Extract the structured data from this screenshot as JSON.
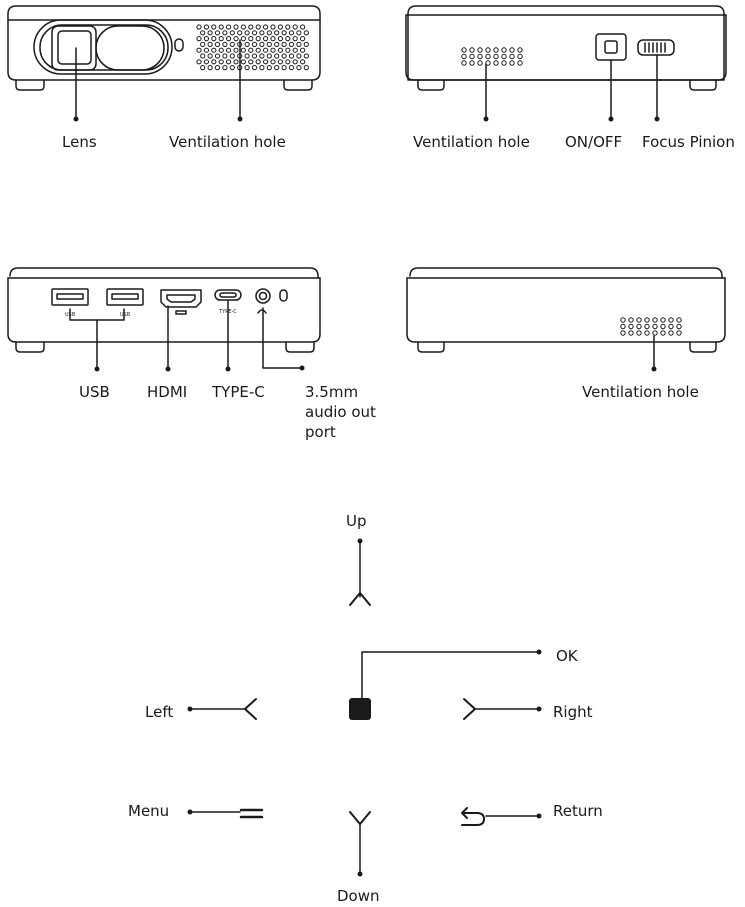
{
  "front_view": {
    "lens_label": "Lens",
    "vent_label": "Ventilation hole"
  },
  "side_view": {
    "vent_label": "Ventilation hole",
    "power_label": "ON/OFF",
    "focus_label": "Focus Pinion"
  },
  "back_view": {
    "usb_label": "USB",
    "hdmi_label": "HDMI",
    "typec_label": "TYPE-C",
    "audio_label_lines": [
      "3.5mm",
      "audio out",
      "port"
    ],
    "usb_port_text": "USB",
    "typec_port_text": "TYPE-C"
  },
  "other_side_view": {
    "vent_label": "Ventilation hole"
  },
  "remote": {
    "up": "Up",
    "ok": "OK",
    "left": "Left",
    "right": "Right",
    "menu": "Menu",
    "return": "Return",
    "down": "Down"
  }
}
